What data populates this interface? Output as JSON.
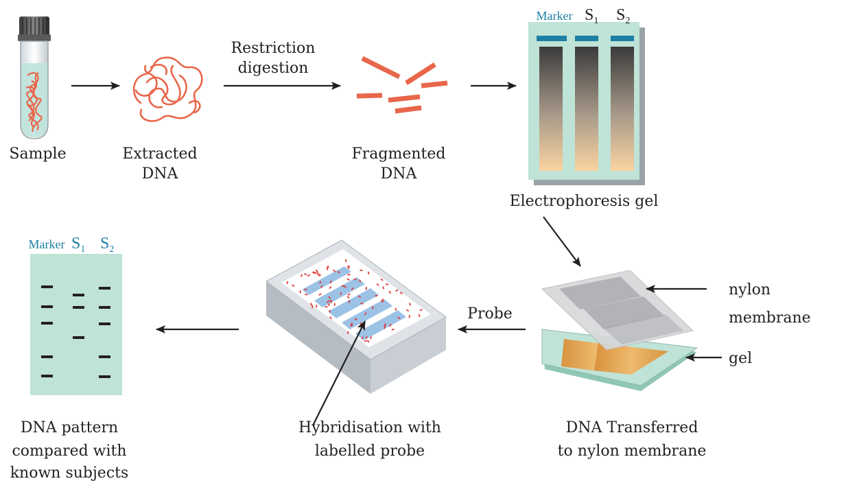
{
  "labels": {
    "sample": "Sample",
    "extracted_1": "Extracted",
    "extracted_2": "DNA",
    "restriction_1": "Restriction",
    "restriction_2": "digestion",
    "fragmented_1": "Fragmented",
    "fragmented_2": "DNA",
    "electrophoresis": "Electrophoresis gel",
    "nylon_1": "nylon",
    "nylon_2": "membrane",
    "gel": "gel",
    "probe": "Probe",
    "transferred_1": "DNA Transferred",
    "transferred_2": "to nylon membrane",
    "hybrid_1": "Hybridisation with",
    "hybrid_2": "labelled probe",
    "pattern_1": "DNA pattern",
    "pattern_2": "compared with",
    "pattern_3": "known subjects"
  },
  "gel_lanes": {
    "marker": "Marker",
    "s": "S",
    "sub1": "1",
    "sub2": "2"
  },
  "colors": {
    "dna_strand": "#e8664a",
    "gel_bg": "#bfe3d6",
    "lane_band": "#1d7fa3",
    "lane_label": "#1d7fa3",
    "gel_slab": "#e2a04e",
    "arrow": "#231f20",
    "probe_dot": "#e03a3a"
  },
  "icons": [
    "test-tube-icon",
    "dna-tangle-icon",
    "dna-fragments-icon",
    "electrophoresis-gel-icon",
    "membrane-stack-icon",
    "hybridisation-tray-icon",
    "dna-pattern-icon"
  ]
}
